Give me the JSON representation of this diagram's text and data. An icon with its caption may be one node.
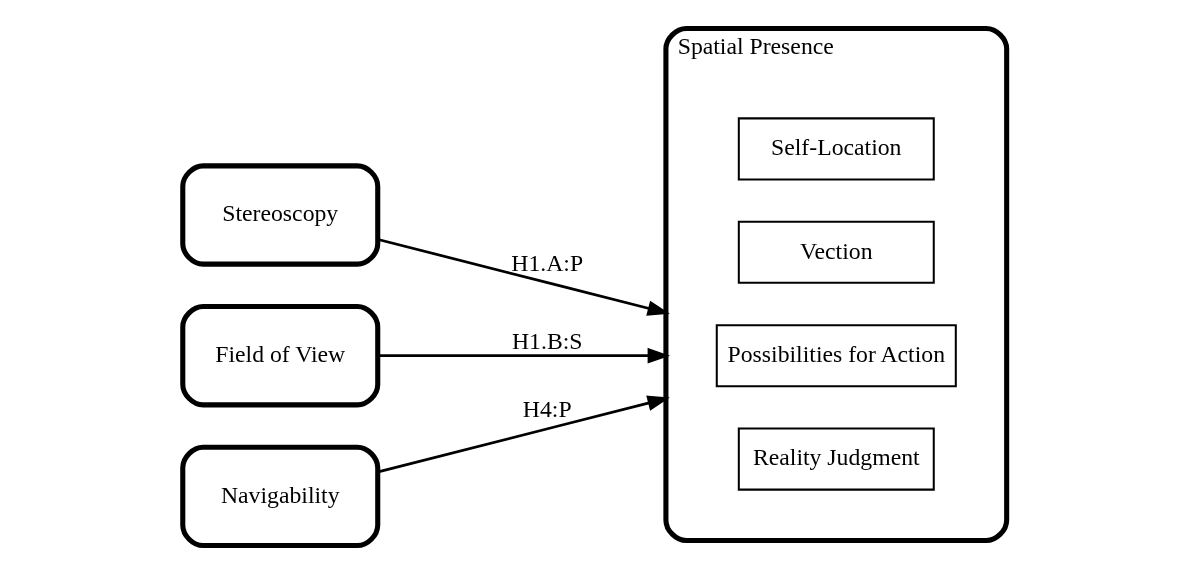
{
  "diagram": {
    "nodes": [
      {
        "text": [
          "Stereoscopy"
        ]
      },
      {
        "text": [
          "Field of View"
        ]
      },
      {
        "text": [
          "Navigability"
        ]
      },
      {
        "text": [
          "Spatial Presence"
        ]
      },
      {
        "text": [
          "Self-Location"
        ],
        "in": 3
      },
      {
        "text": [
          "Vection"
        ],
        "in": 3
      },
      {
        "text": [
          "Possibilities for Action"
        ],
        "in": 3
      },
      {
        "text": [
          "Reality Judgment"
        ],
        "in": 3
      }
    ],
    "edges": [
      {
        "from": 0,
        "to": 3,
        "arrow": "to",
        "label": "H1.A:P"
      },
      {
        "from": 1,
        "to": 3,
        "arrow": "to",
        "label": "H1.B:S"
      },
      {
        "from": 2,
        "to": 3,
        "arrow": "to",
        "label": "H4:P"
      }
    ]
  }
}
